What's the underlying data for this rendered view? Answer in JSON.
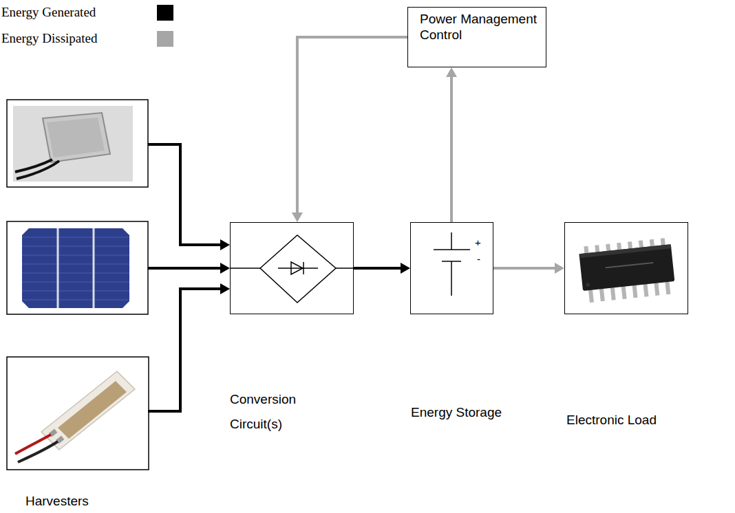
{
  "diagram": {
    "nodes": [
      {
        "text": [
          "Conversion Circuit(s)"
        ]
      },
      {
        "text": [
          "Power Management Control"
        ]
      },
      {
        "text": [
          "Energy Storage"
        ]
      },
      {
        "text": [
          "Electronic Load"
        ]
      }
    ],
    "edges": [
      {
        "from": 0,
        "to": 2,
        "arrow": "to"
      },
      {
        "from": 2,
        "to": 1,
        "arrow": "to"
      },
      {
        "from": 1,
        "to": 0,
        "arrow": "to"
      },
      {
        "from": 2,
        "to": 3,
        "arrow": "to"
      }
    ],
    "labels": [
      "Harvesters",
      "+",
      "-"
    ],
    "legend": [
      {
        "text": "Energy Generated",
        "color": "#000000"
      },
      {
        "text": "Energy Dissipated",
        "color": "#a6a6a6"
      }
    ]
  }
}
